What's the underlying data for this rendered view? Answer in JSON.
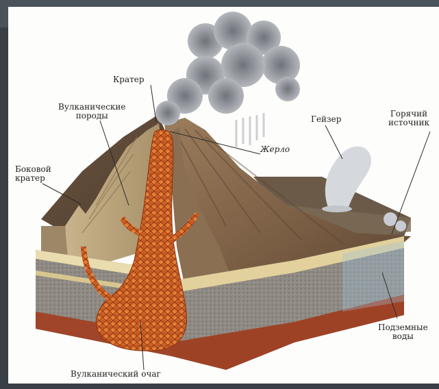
{
  "labels": {
    "crater": "Кратер",
    "volcanic_rocks": "Вулканические\nпороды",
    "side_crater": "Боковой\nкратер",
    "vent": "Жерло",
    "geyser": "Гейзер",
    "hot_spring": "Горячий\nисточник",
    "groundwater": "Подземные\nводы",
    "magma_chamber": "Вулканический очаг"
  },
  "colors": {
    "page_background": "#fdfdfb",
    "outer_background": "#3a3f45",
    "magma": "#d9692a",
    "volcano_slope": "#7a6048",
    "ash_cloud": "#8c8f96",
    "water": "#9fc4de"
  }
}
